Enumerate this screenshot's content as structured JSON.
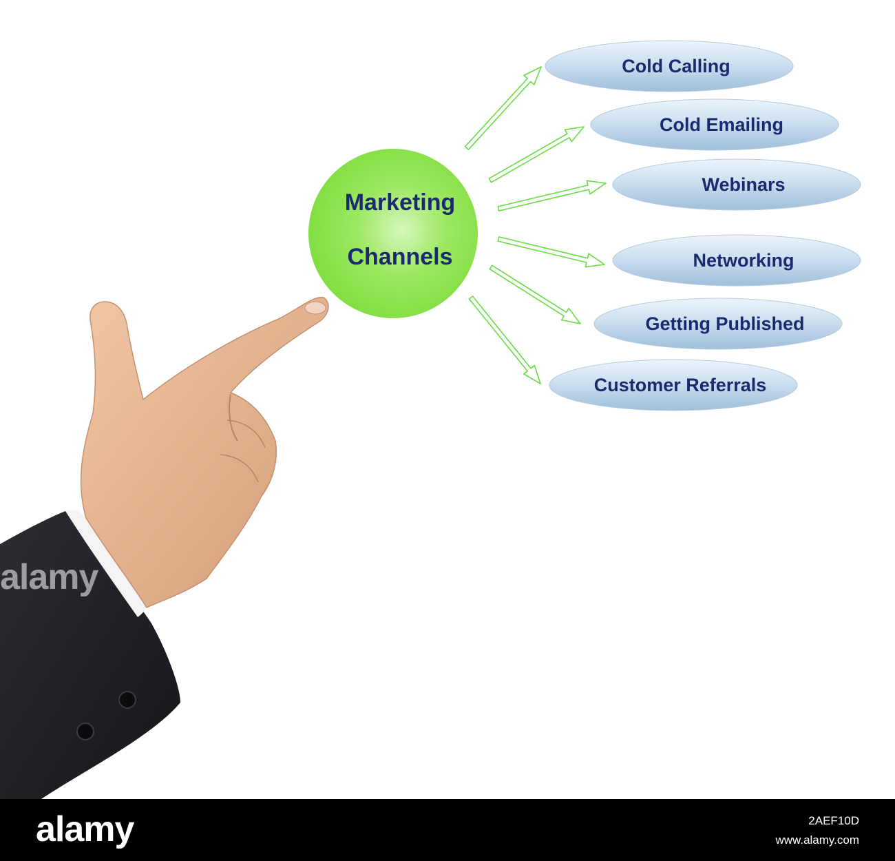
{
  "diagram": {
    "center": {
      "line1": "Marketing",
      "line2": "Channels"
    },
    "channels": [
      {
        "label": "Cold Calling"
      },
      {
        "label": "Cold Emailing"
      },
      {
        "label": "Webinars"
      },
      {
        "label": "Networking"
      },
      {
        "label": "Getting Published"
      },
      {
        "label": "Customer Referrals"
      }
    ],
    "colors": {
      "node_text": "#1b2a6e",
      "center_fill": "#8ee64e",
      "oval_fill": "#c9dcee",
      "arrow": "#66dd44"
    }
  },
  "watermark": {
    "side_text": "alamy",
    "footer_logo": "alamy",
    "image_id": "2AEF10D",
    "url": "www.alamy.com"
  }
}
